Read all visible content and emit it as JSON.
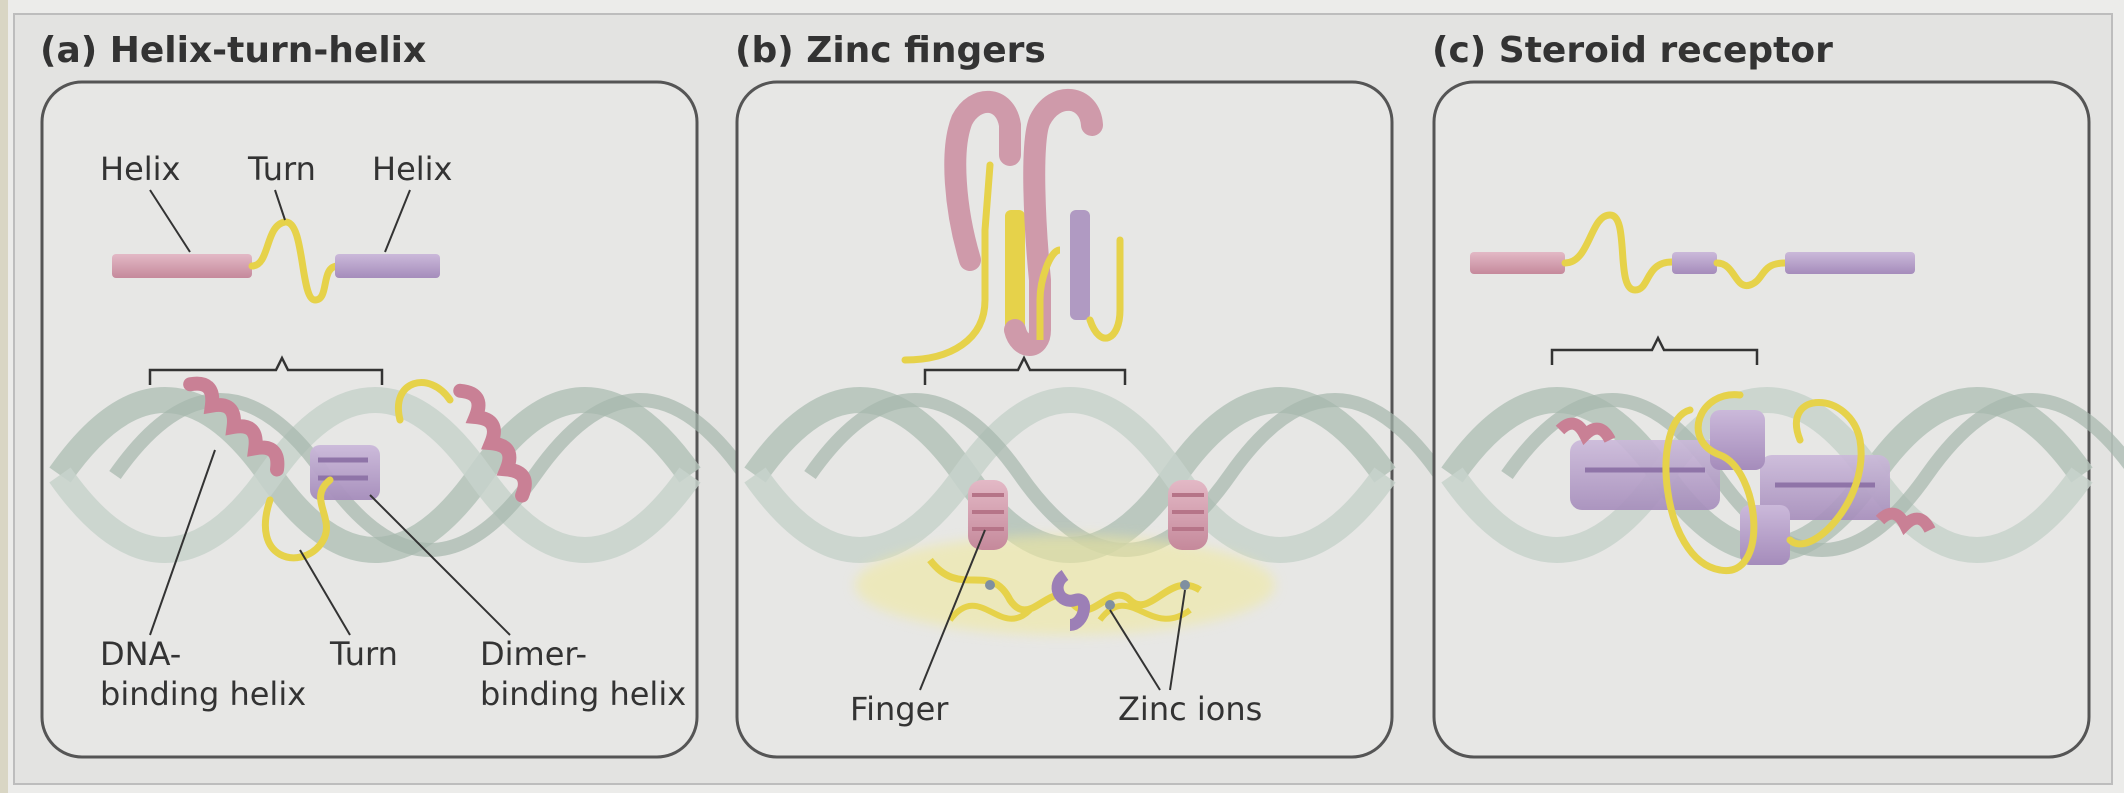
{
  "panels": [
    {
      "title": "(a)  Helix-turn-helix",
      "labels": {
        "helix_left": "Helix",
        "turn_top": "Turn",
        "helix_right": "Helix",
        "dna_binding_1": "DNA-",
        "dna_binding_2": "binding helix",
        "turn_bottom": "Turn",
        "dimer_binding_1": "Dimer-",
        "dimer_binding_2": "binding helix"
      }
    },
    {
      "title": "(b)  Zinc fingers",
      "labels": {
        "finger": "Finger",
        "zinc_ions": "Zinc ions"
      }
    },
    {
      "title": "(c)  Steroid receptor",
      "labels": {}
    }
  ],
  "colors": {
    "helix_pink": "#cf9aaa",
    "helix_purple": "#b09ac2",
    "turn_yellow": "#e6d24a",
    "dna_strand": "#aab9b0",
    "panel_border": "#555555",
    "background": "#ececea"
  }
}
